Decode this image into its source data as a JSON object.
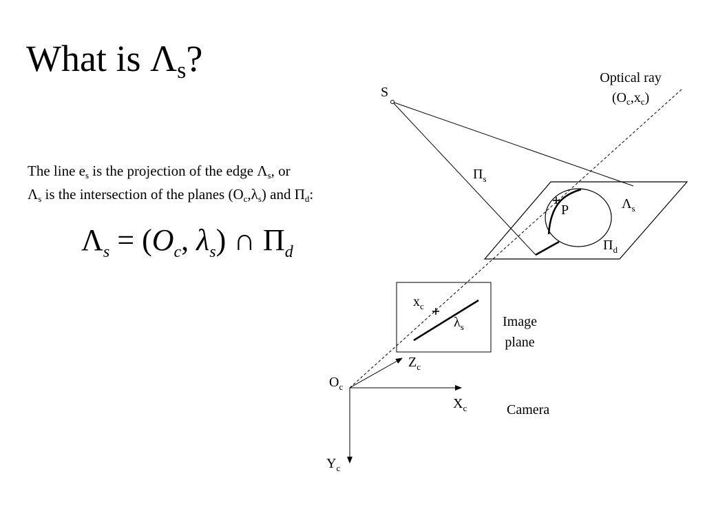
{
  "title": {
    "main": "What is Λ",
    "sub": "s",
    "end": "?"
  },
  "paragraph": {
    "line1": {
      "a": "The line e",
      "a_sub": "s",
      "b": " is the projection of the edge Λ",
      "b_sub": "s",
      "c": ", or"
    },
    "line2": {
      "a": "Λ",
      "a_sub": "s",
      "b": " is the intersection of the planes (O",
      "b_sub": "c",
      "c": ",λ",
      "c_sub": "s",
      "d": ") and Π",
      "d_sub": "d",
      "e": ":"
    }
  },
  "formula": {
    "lambda": "Λ",
    "lambda_sub": "s",
    "equals_open": " = (",
    "o": "O",
    "o_sub": "c",
    "comma": ", ",
    "small_lambda": "λ",
    "small_lambda_sub": "s",
    "close_cap": ") ∩ ",
    "pi": "Π",
    "pi_sub": "d"
  },
  "labels": {
    "s_point": "S",
    "optical_ray_line1": "Optical ray",
    "optical_ray_line2": {
      "a": "(O",
      "a_sub": "c",
      "b": ",x",
      "b_sub": "c",
      "c": ")"
    },
    "pi_s": {
      "base": "Π",
      "sub": "s"
    },
    "p_point": "P",
    "lambda_s": {
      "base": "Λ",
      "sub": "s"
    },
    "pi_d": {
      "base": "Π",
      "sub": "d"
    },
    "x_c": {
      "base": "x",
      "sub": "c"
    },
    "small_lambda_s": {
      "base": "λ",
      "sub": "s"
    },
    "image_plane_line1": "Image",
    "image_plane_line2": "plane",
    "z_c": {
      "base": "Z",
      "sub": "c"
    },
    "o_c": {
      "base": "O",
      "sub": "c"
    },
    "x_axis": {
      "base": "X",
      "sub": "c"
    },
    "y_axis": {
      "base": "Y",
      "sub": "c"
    },
    "camera": "Camera"
  }
}
